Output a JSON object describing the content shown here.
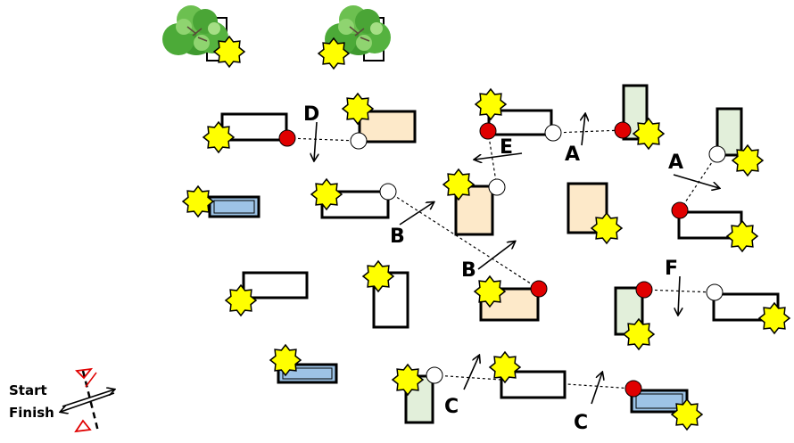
{
  "course": {
    "labels": {
      "a1": "A",
      "a2": "A",
      "b1": "B",
      "b2": "B",
      "c1": "C",
      "c2": "C",
      "d": "D",
      "e": "E",
      "f": "F"
    },
    "legend": {
      "start": "Start",
      "finish": "Finish"
    }
  },
  "colors": {
    "blue_obstacle": "#9dc3e6",
    "tan_obstacle": "#fde9c9",
    "green_obstacle": "#e2efda",
    "white_obstacle": "#ffffff",
    "star": "#ffff00",
    "red_marker": "#e00000",
    "white_marker": "#ffffff",
    "tree": "#3f9a2f"
  }
}
